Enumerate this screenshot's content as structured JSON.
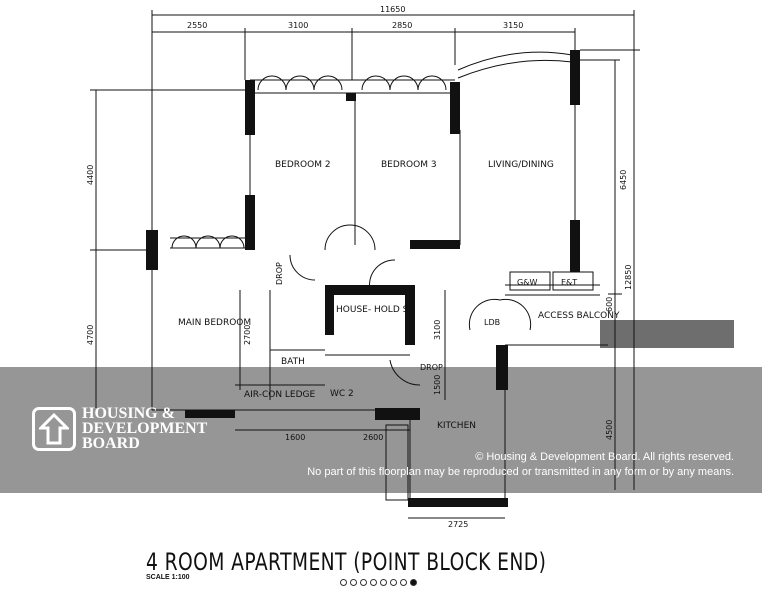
{
  "plan": {
    "title": "4 ROOM APARTMENT (POINT BLOCK END)",
    "scale": "SCALE 1:100",
    "rooms": {
      "bedroom2": "BEDROOM 2",
      "bedroom3": "BEDROOM 3",
      "living_dining": "LIVING/DINING",
      "main_bedroom": "MAIN BEDROOM",
      "household_shelter": "HOUSE- HOLD S",
      "access_balcony": "ACCESS BALCONY",
      "bath": "BATH",
      "wc2": "WC 2",
      "air_con_ledge": "AIR-CON LEDGE",
      "kitchen": "KITCHEN",
      "gw": "G&W",
      "eat": "E&T",
      "ldb": "LDB",
      "drop1": "DROP",
      "drop2": "DROP"
    },
    "dimensions": {
      "overall_width": "11650",
      "top": [
        "2550",
        "3100",
        "2850",
        "3150"
      ],
      "left_upper": "4400",
      "left_lower": "4700",
      "right_upper": "6450",
      "right_total": "12850",
      "right_small": "600",
      "right_lower": "4500",
      "inner_2700": "2700",
      "inner_3100": "3100",
      "inner_1500": "1500",
      "bottom_1600": "1600",
      "bottom_2600": "2600",
      "bottom_2725": "2725"
    }
  },
  "watermark": {
    "org_line1": "HOUSING &",
    "org_line2": "DEVELOPMENT",
    "org_line3": "BOARD",
    "copyright": "© Housing & Development Board. All rights reserved.",
    "notice": "No part of this floorplan may be reproduced or transmitted in any form or by any means."
  },
  "carousel": {
    "total": 8,
    "active_index": 7
  }
}
